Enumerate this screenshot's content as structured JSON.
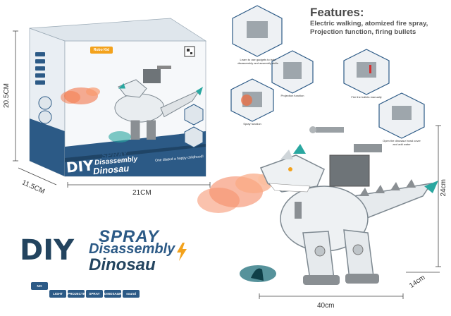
{
  "features": {
    "title": "Features:",
    "lines": [
      "Electric walking, atomized fire spray,",
      "Projection function, firing bullets"
    ]
  },
  "box": {
    "logo_spray": "SPRAY",
    "logo_disassembly": "Disassembly",
    "logo_diy": "DIY",
    "logo_dinosaur": "Dinosau",
    "tagline": "One dilated a happy childhood!",
    "badge": "Robo Kid"
  },
  "logo": {
    "spray": "SPRAY",
    "disassembly": "Disassembly",
    "diy": "DIY",
    "dinosaur": "Dinosau"
  },
  "feature_pills": [
    "NO ASSEMBLY",
    "LIGHT",
    "PROJECTION",
    "SPRAY",
    "DINOSAUR",
    "sound"
  ],
  "hex_captions": {
    "learn": "Learn to use gadgets to train disassembly and assembly skills",
    "projection": "Projection function",
    "spray": "Spray function",
    "fire": "Fire the bullets manually",
    "open": "Open the dinosaur head cover and add water"
  },
  "dimensions": {
    "box_height": "20.5CM",
    "box_depth": "11.5CM",
    "box_width": "21CM",
    "toy_height": "24cm",
    "toy_depth": "14cm",
    "toy_width": "40cm"
  },
  "colors": {
    "brand_blue": "#2c5a86",
    "dark_blue": "#23445f",
    "teal": "#2aa7a0",
    "spray_orange": "#f26a3a"
  }
}
